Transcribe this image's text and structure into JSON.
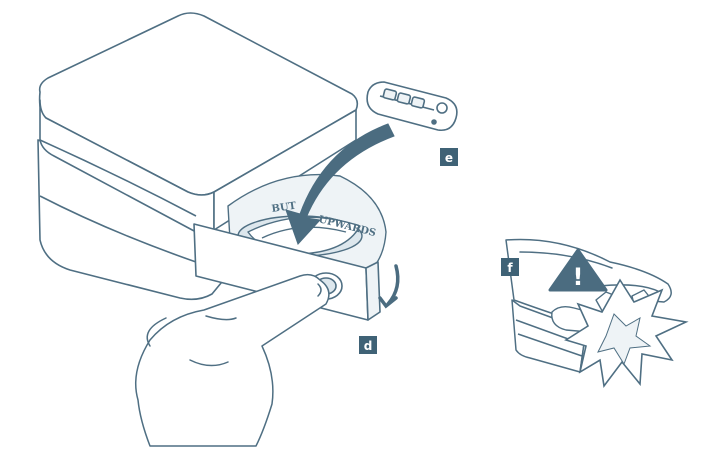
{
  "colors": {
    "line": "#4f6f83",
    "fill_light": "#eef3f6",
    "fill_mid": "#dde7ed",
    "badge": "#3f6276",
    "badge_text": "#ffffff",
    "arrow": "#4b6c80"
  },
  "labels": {
    "step_d": "d",
    "step_e": "e",
    "step_f": "f",
    "emboss_left": "BUT",
    "emboss_right": "UPWARDS",
    "warning_mark": "!"
  },
  "icons": {
    "warning": "warning-triangle-icon",
    "arrow_insert": "curved-arrow-icon",
    "arrow_rotate": "rotate-arrow-icon"
  }
}
